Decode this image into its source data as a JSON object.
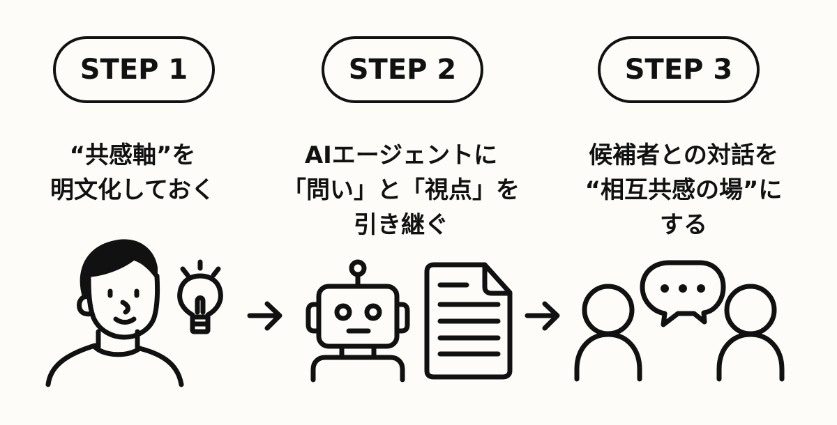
{
  "steps": [
    {
      "label": "STEP 1",
      "lines": [
        "“共感軸”を",
        "明文化しておく"
      ],
      "icons": [
        "person-icon",
        "lightbulb-icon"
      ]
    },
    {
      "label": "STEP 2",
      "lines": [
        "AIエージェントに",
        "「問い」と「視点」を",
        "引き継ぐ"
      ],
      "icons": [
        "robot-icon",
        "document-icon"
      ]
    },
    {
      "label": "STEP 3",
      "lines": [
        "候補者との対話を",
        "“相互共感の場”に",
        "する"
      ],
      "icons": [
        "person-outline-icon",
        "speech-bubble-icon",
        "person-outline-icon"
      ]
    }
  ],
  "connectors": [
    "arrow-right-icon",
    "arrow-right-icon"
  ],
  "colors": {
    "background": "#fdfcf8",
    "ink": "#111111"
  }
}
